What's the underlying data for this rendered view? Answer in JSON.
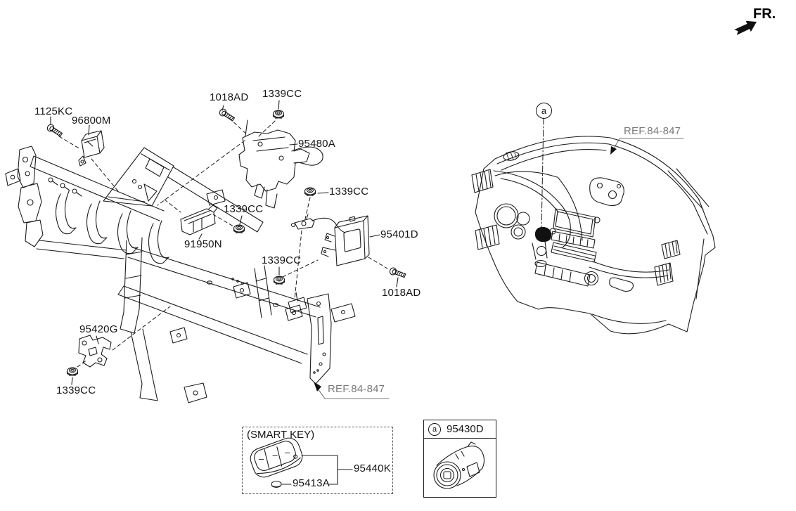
{
  "direction_indicator": {
    "label": "FR."
  },
  "marker": {
    "letter": "a"
  },
  "callouts": {
    "bolt_small": "1125KC",
    "relay_module": "96800M",
    "bolt_top": "1018AD",
    "nut_top": "1339CC",
    "bracket_top": "95480A",
    "nut_mid_right": "1339CC",
    "nut_mid_left": "1339CC",
    "module_left": "91950N",
    "nut_lower": "1339CC",
    "module_right": "95401D",
    "bolt_lower": "1018AD",
    "bracket_lower": "95420G",
    "nut_bottom": "1339CC",
    "ref_frame": "REF.84-847",
    "ref_dash": "REF.84-847"
  },
  "smart_key_box": {
    "title": "(SMART KEY)",
    "fob_part": "95440K",
    "battery_part": "95413A"
  },
  "button_box": {
    "marker": "a",
    "part": "95430D"
  },
  "colors": {
    "line": "#1c1c1c",
    "ref_label": "#7a7a7a",
    "background": "#ffffff"
  }
}
